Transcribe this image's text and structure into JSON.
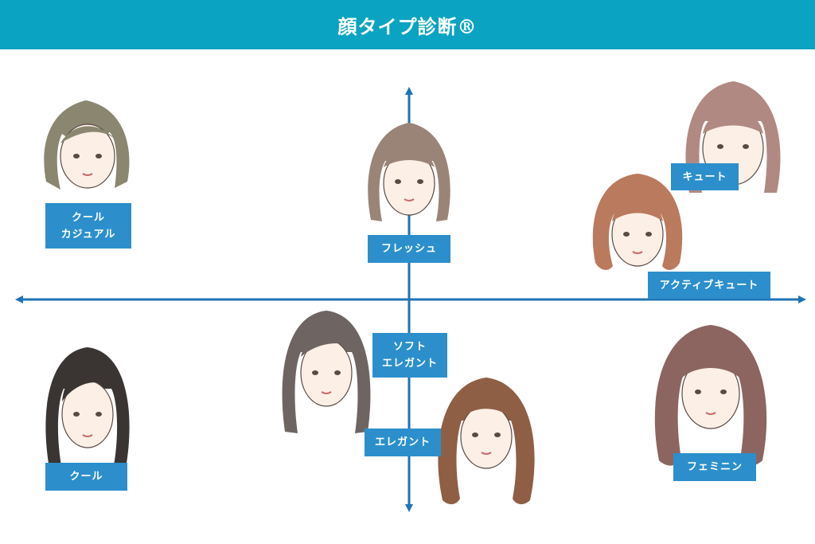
{
  "header": {
    "title": "顔タイプ診断®"
  },
  "colors": {
    "header_bg": "#0aa3c2",
    "label_bg": "#2c8fcc",
    "axis": "#1f73b7"
  },
  "types": {
    "cool_casual": {
      "line1": "クール",
      "line2": "カジュアル",
      "hair": "#8a8670"
    },
    "fresh": {
      "label": "フレッシュ",
      "hair": "#9a8478"
    },
    "cute": {
      "label": "キュート",
      "hair": "#b08a82"
    },
    "active_cute": {
      "label": "アクティブキュート",
      "hair": "#b97a5e"
    },
    "soft_elegant": {
      "line1": "ソフト",
      "line2": "エレガント",
      "hair": "#6e6562"
    },
    "elegant": {
      "label": "エレガント",
      "hair": "#8e5f45"
    },
    "cool": {
      "label": "クール",
      "hair": "#3a3533"
    },
    "feminine": {
      "label": "フェミニン",
      "hair": "#8c6560"
    }
  }
}
